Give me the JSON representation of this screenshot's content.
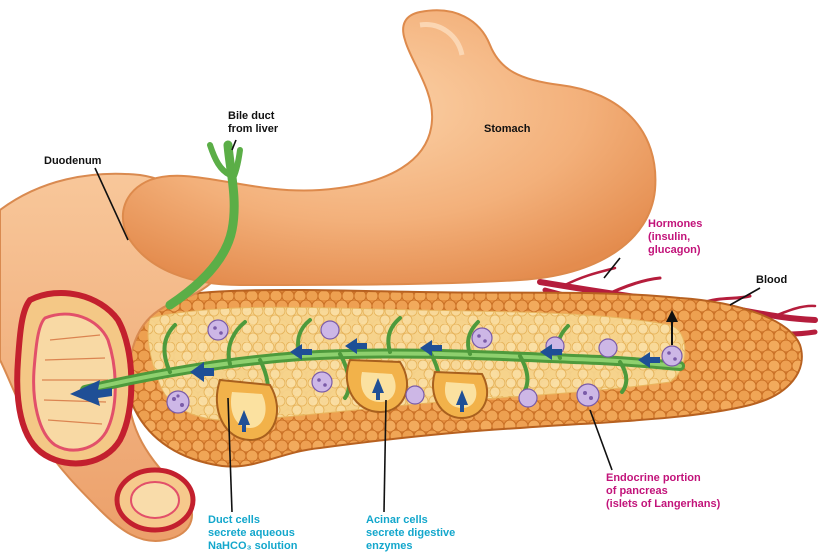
{
  "labels": {
    "bile_duct": [
      "Bile duct",
      "from liver"
    ],
    "stomach": [
      "Stomach"
    ],
    "duodenum": [
      "Duodenum"
    ],
    "hormones": [
      "Hormones",
      "(insulin,",
      "glucagon)"
    ],
    "blood": [
      "Blood"
    ],
    "endocrine": [
      "Endocrine portion",
      "of pancreas",
      "(islets of Langerhans)"
    ],
    "duct_cells": [
      "Duct cells",
      "secrete aqueous",
      "NaHCO₃ solution"
    ],
    "acinar_cells": [
      "Acinar cells",
      "secrete digestive",
      "enzymes"
    ]
  },
  "colors": {
    "black_label": "#111111",
    "magenta_label": "#c2137a",
    "cyan_label": "#13a7cc",
    "stomach": "#f3b07a",
    "pancreas": "#e99546",
    "duct": "#4e9a3c",
    "arrow": "#1f4f96",
    "blood": "#b51d3c",
    "islet": "#8a6ab3"
  }
}
